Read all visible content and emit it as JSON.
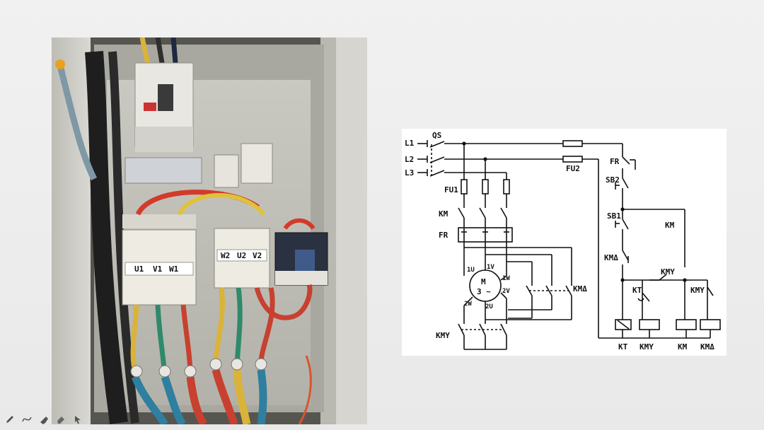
{
  "photo": {
    "left_contactor_terminals": [
      "U1",
      "V1",
      "W1"
    ],
    "right_contactor_terminals": [
      "W2",
      "U2",
      "V2"
    ]
  },
  "diagram": {
    "line_labels": [
      "L1",
      "L2",
      "L3"
    ],
    "main_switch": "QS",
    "fuse_control": "FU2",
    "fuse_main": "FU1",
    "contactor_main": "KM",
    "overload_relay": "FR",
    "motor_label": "M",
    "motor_phase": "3 ~",
    "motor_terminals": {
      "u1": "1U",
      "v1": "1V",
      "w1": "1W",
      "v2": "2V",
      "w2": "2W",
      "u2": "2U"
    },
    "delta_contactor": "KMΔ",
    "star_contactor": "KMY",
    "stop_button": "SB2",
    "start_button": "SB1",
    "fr_contact": "FR",
    "km_aux": "KM",
    "kmdelta_interlock": "KMΔ",
    "kmy_contact": "KMY",
    "kt_contact": "KT",
    "kmy_hold": "KMY",
    "coil_labels": [
      "KT",
      "KMY",
      "KM",
      "KMΔ"
    ]
  },
  "toolbar": {
    "icons": [
      "pen-icon",
      "curve-icon",
      "marker-icon",
      "eraser-icon",
      "pointer-icon",
      "target-icon"
    ]
  }
}
